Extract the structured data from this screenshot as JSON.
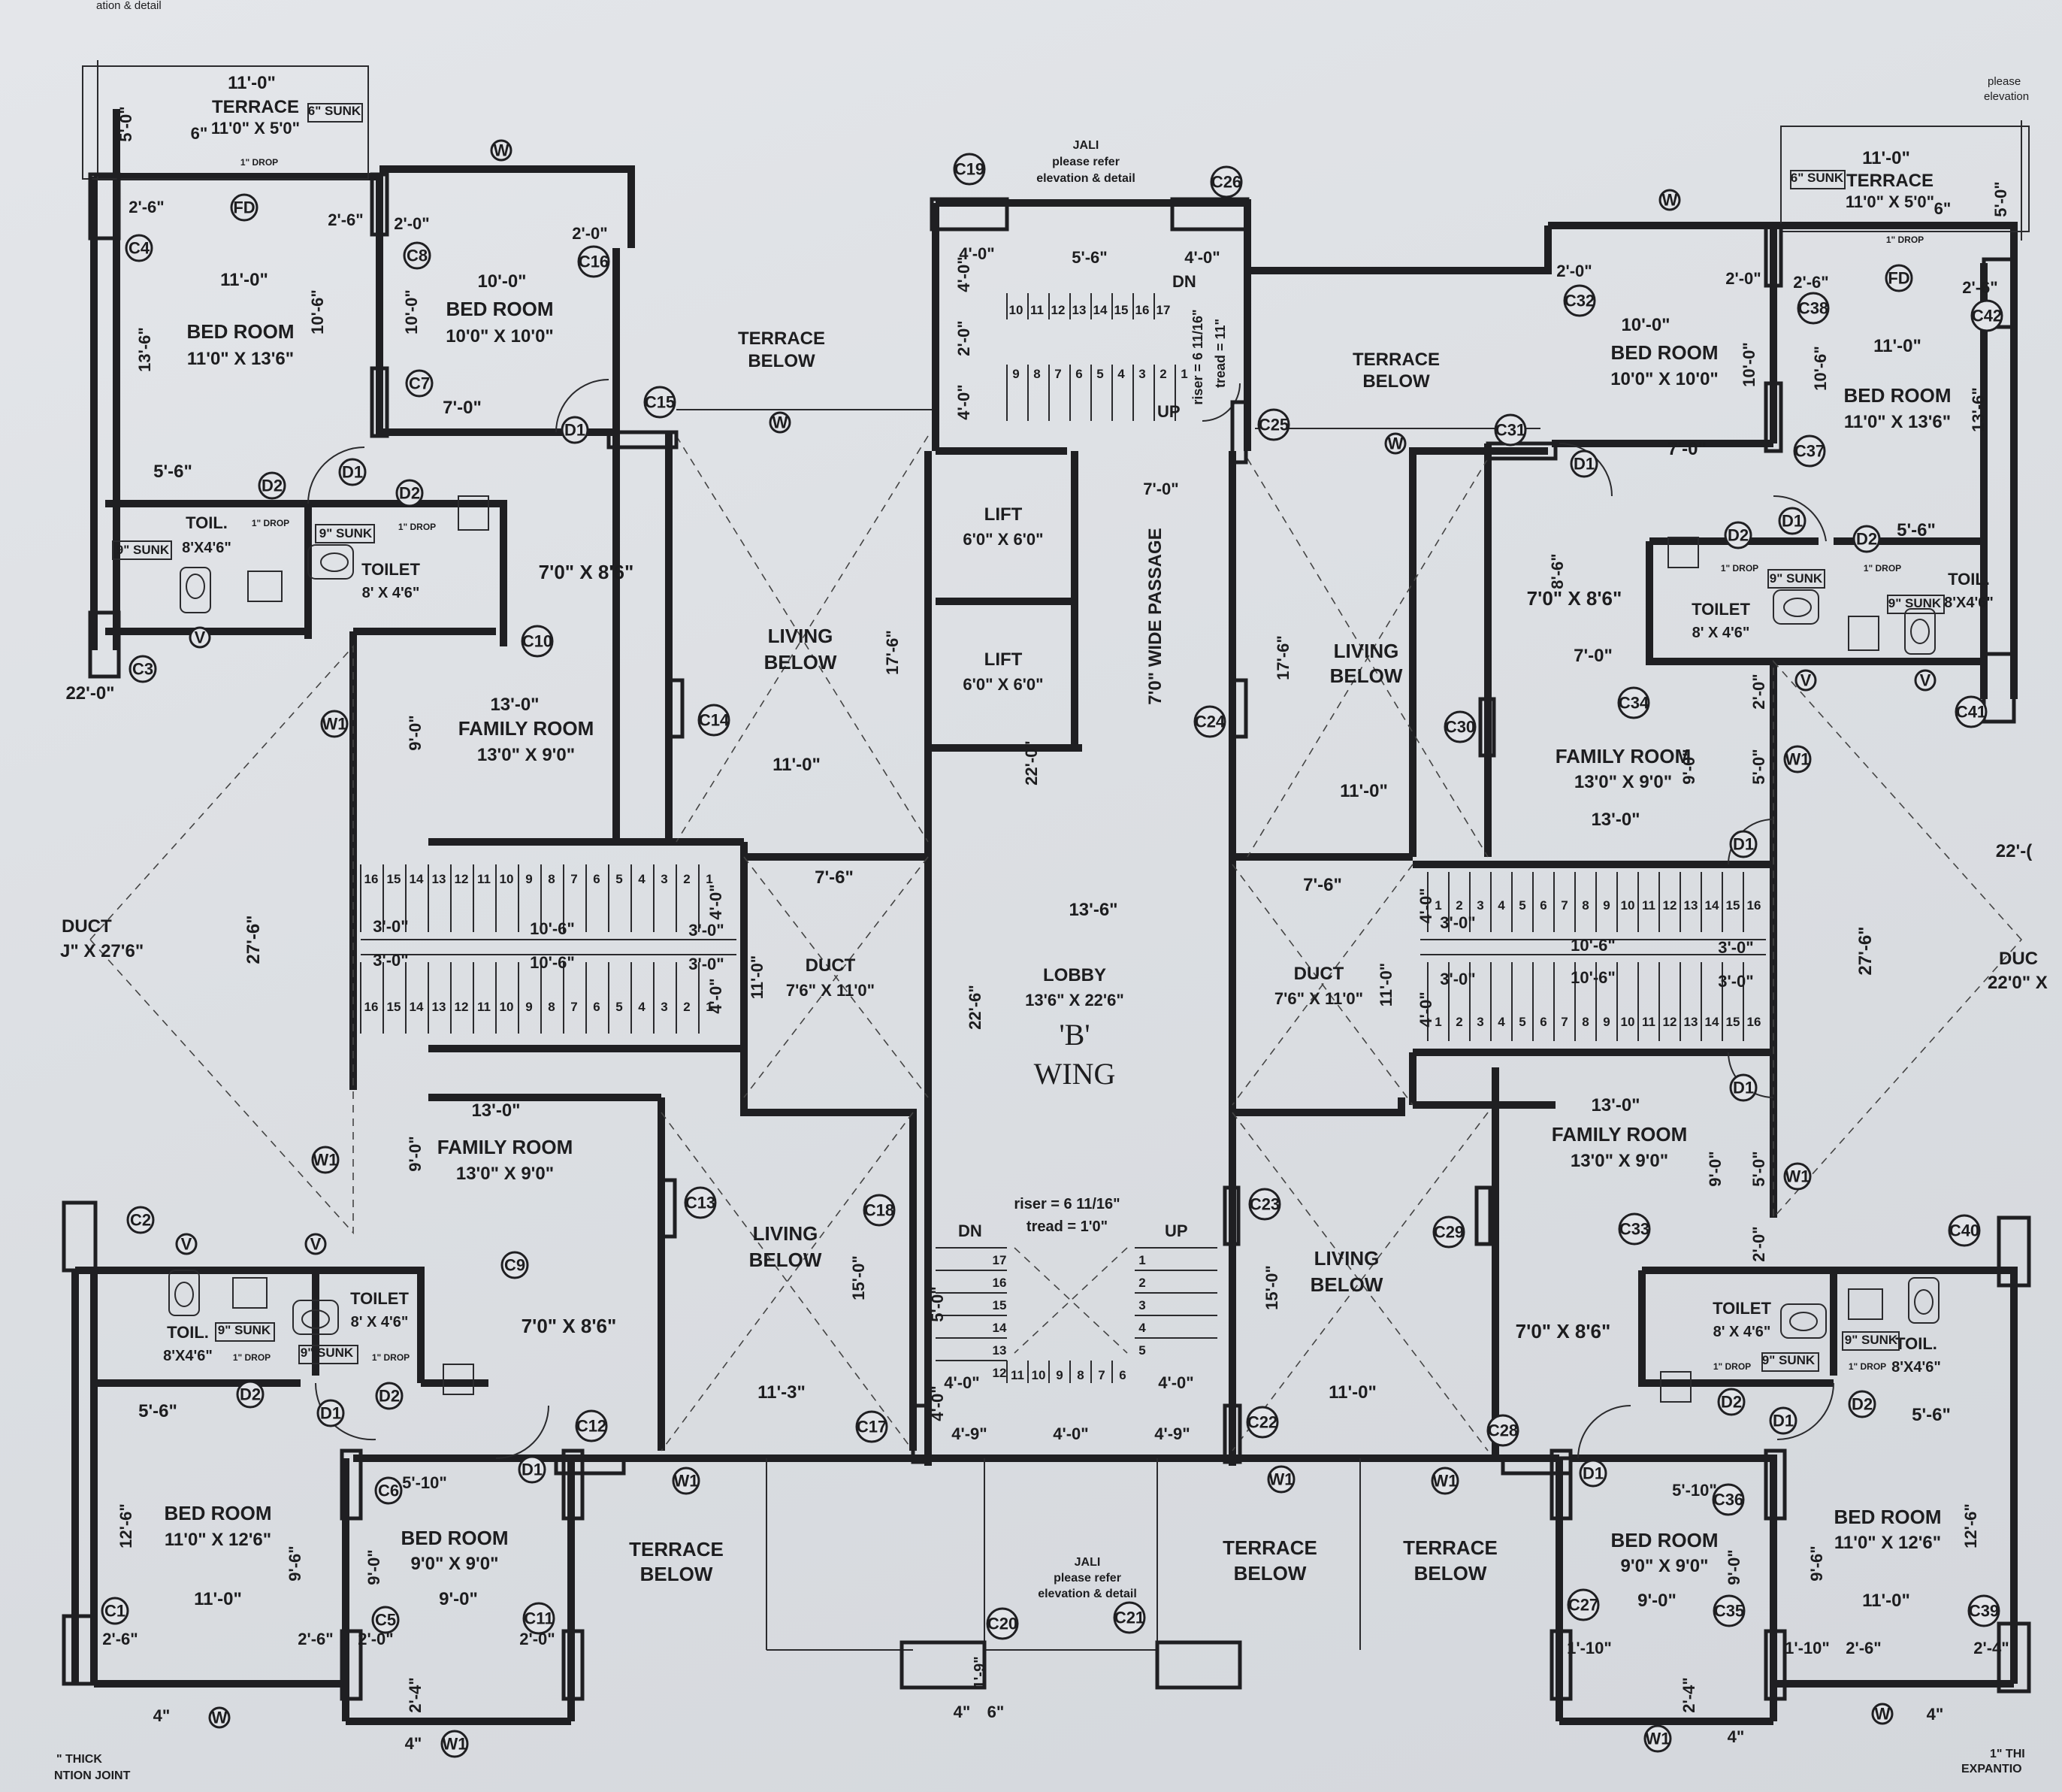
{
  "edge_text": {
    "top_left": "ation & detail",
    "top_right": [
      "please",
      "elevation"
    ],
    "bottom_left": [
      "\" THICK",
      "NTION JOINT"
    ],
    "bottom_right": [
      "1\" THI",
      "EXPANTIO"
    ]
  },
  "wing": {
    "letter": "'B'",
    "name": "WING"
  },
  "passage": "7'0\" WIDE PASSAGE",
  "lobby": {
    "name": "LOBBY",
    "size": "13'6\" X 22'6\""
  },
  "lifts": [
    {
      "name": "LIFT",
      "size": "6'0\" X 6'0\""
    },
    {
      "name": "LIFT",
      "size": "6'0\" X 6'0\""
    }
  ],
  "jali": {
    "line1": "JALI",
    "line2": "please refer",
    "line3": "elevation & detail"
  },
  "stair": {
    "top_riser": "riser = 6 11/16\"",
    "top_tread": "tread = 11\"",
    "bottom_riser": "riser = 6 11/16\"",
    "bottom_tread": "tread = 1'0\"",
    "dn": "DN",
    "up": "UP"
  },
  "rooms": {
    "terrace_tl": {
      "name": "TERRACE",
      "size": "11'0\" X 5'0\"",
      "sunk": "6\" SUNK"
    },
    "terrace_tr": {
      "name": "TERRACE",
      "size": "11'0\" X 5'0\"",
      "sunk": "6\" SUNK"
    },
    "bed_tl_big": {
      "name": "BED ROOM",
      "size": "11'0\" X 13'6\""
    },
    "bed_tl_small": {
      "name": "BED ROOM",
      "size": "10'0\" X 10'0\""
    },
    "bed_tr_small": {
      "name": "BED ROOM",
      "size": "10'0\" X 10'0\""
    },
    "bed_tr_big": {
      "name": "BED ROOM",
      "size": "11'0\" X 13'6\""
    },
    "terrace_below_tl": {
      "name": "TERRACE",
      "name2": "BELOW"
    },
    "terrace_below_tr": {
      "name": "TERRACE",
      "name2": "BELOW"
    },
    "living_tl": {
      "name": "LIVING",
      "name2": "BELOW"
    },
    "living_tr": {
      "name": "LIVING",
      "name2": "BELOW"
    },
    "living_bl": {
      "name": "LIVING",
      "name2": "BELOW"
    },
    "living_br": {
      "name": "LIVING",
      "name2": "BELOW"
    },
    "dining_tl": "7'0\" X 8'6\"",
    "dining_tr": "7'0\" X 8'6\"",
    "dining_bl": "7'0\" X 8'6\"",
    "dining_br": "7'0\" X 8'6\"",
    "family_tl": {
      "name": "FAMILY ROOM",
      "size": "13'0\" X 9'0\""
    },
    "family_tr": {
      "name": "FAMILY ROOM",
      "size": "13'0\" X 9'0\""
    },
    "family_bl": {
      "name": "FAMILY ROOM",
      "size": "13'0\" X 9'0\""
    },
    "family_br": {
      "name": "FAMILY ROOM",
      "size": "13'0\" X 9'0\""
    },
    "toil_tl": {
      "name": "TOIL.",
      "size": "8'X4'6\"",
      "sunk": "9\" SUNK"
    },
    "toilet_tl": {
      "name": "TOILET",
      "size": "8' X 4'6\"",
      "sunk": "9\" SUNK"
    },
    "toil_tr": {
      "name": "TOIL.",
      "size": "8'X4'6\"",
      "sunk": "9\" SUNK"
    },
    "toilet_tr": {
      "name": "TOILET",
      "size": "8' X 4'6\"",
      "sunk": "9\" SUNK"
    },
    "toil_bl": {
      "name": "TOIL.",
      "size": "8'X4'6\"",
      "sunk": "9\" SUNK"
    },
    "toilet_bl": {
      "name": "TOILET",
      "size": "8' X 4'6\"",
      "sunk": "9\" SUNK"
    },
    "toil_br": {
      "name": "TOIL.",
      "size": "8'X4'6\"",
      "sunk": "9\" SUNK"
    },
    "toilet_br": {
      "name": "TOILET",
      "size": "8' X 4'6\"",
      "sunk": "9\" SUNK"
    },
    "duct_left": {
      "name": "DUCT",
      "size": "J\" X 27'6\""
    },
    "duct_right": {
      "name": "DUC",
      "size": "22'0\" X"
    },
    "duct_inner_l": {
      "name": "DUCT",
      "size": "7'6\" X 11'0\""
    },
    "duct_inner_r": {
      "name": "DUCT",
      "size": "7'6\" X 11'0\""
    },
    "bed_bl_big": {
      "name": "BED ROOM",
      "size": "11'0\" X 12'6\""
    },
    "bed_bl_small": {
      "name": "BED ROOM",
      "size": "9'0\" X 9'0\""
    },
    "bed_br_small": {
      "name": "BED ROOM",
      "size": "9'0\" X 9'0\""
    },
    "bed_br_big": {
      "name": "BED ROOM",
      "size": "11'0\" X 12'6\""
    },
    "terrace_below_bl": {
      "name": "TERRACE",
      "name2": "BELOW"
    },
    "terrace_below_bm": {
      "name": "TERRACE",
      "name2": "BELOW"
    },
    "terrace_below_br": {
      "name": "TERRACE",
      "name2": "BELOW"
    }
  },
  "dims": {
    "d11_0": "11'-0\"",
    "d5_0": "5'-0\"",
    "d6": "6\"",
    "d4": "4\"",
    "d2_6": "2'-6\"",
    "d2_0": "2'-0\"",
    "d10_0": "10'-0\"",
    "d10_6": "10'-6\"",
    "d13_6": "13'-6\"",
    "d7_0": "7'-0\"",
    "d5_6": "5'-6\"",
    "d22_0": "22'-0\"",
    "d13_0": "13'-0\"",
    "d9_0": "9'-0\"",
    "d27_6": "27'-6\"",
    "d3_0": "3'-0\"",
    "d4_0": "4'-0\"",
    "d7_6": "7'-6\"",
    "d13_6b": "13'-6\"",
    "d22_6": "22'-6\"",
    "d17_6": "17'-6\"",
    "d15_0": "15'-0\"",
    "d11_3": "11'-3\"",
    "d4_9": "4'-9\"",
    "d12_6": "12'-6\"",
    "d9_6": "9'-6\"",
    "d5_10": "5'-10\"",
    "d2_4": "2'-4\"",
    "d1_10": "1'-10\"",
    "d1_9": "1'-9\"",
    "d8_6": "8'-6\"",
    "d22_l": "22'-(",
    "drop": "1\" DROP"
  },
  "tags": [
    "C1",
    "C2",
    "C3",
    "C4",
    "C5",
    "C6",
    "C7",
    "C8",
    "C9",
    "C10",
    "C11",
    "C12",
    "C13",
    "C14",
    "C15",
    "C16",
    "C17",
    "C18",
    "C19",
    "C20",
    "C21",
    "C22",
    "C23",
    "C24",
    "C25",
    "C26",
    "C27",
    "C28",
    "C29",
    "C30",
    "C31",
    "C32",
    "C33",
    "C34",
    "C35",
    "C36",
    "C37",
    "C38",
    "C39",
    "C40",
    "C41",
    "C42",
    "D1",
    "D2",
    "W",
    "W1",
    "V",
    "FD"
  ],
  "stair_numbers_a": [
    "16",
    "15",
    "14",
    "13",
    "12",
    "11",
    "10",
    "9",
    "8",
    "7",
    "6",
    "5",
    "4",
    "3",
    "2",
    "1"
  ],
  "stair_numbers_b": [
    "1",
    "2",
    "3",
    "4",
    "5",
    "6",
    "7",
    "8",
    "9",
    "10",
    "11",
    "12",
    "13",
    "14",
    "15",
    "16"
  ],
  "stair_core_top": [
    "10",
    "11",
    "12",
    "13",
    "14",
    "15",
    "16",
    "17",
    "9",
    "8",
    "7",
    "6",
    "5",
    "4",
    "3",
    "2",
    "1"
  ],
  "stair_core_bot": [
    "17",
    "16",
    "15",
    "14",
    "13",
    "12",
    "11",
    "10",
    "9",
    "8",
    "7",
    "6",
    "1",
    "2",
    "3",
    "4",
    "5"
  ]
}
